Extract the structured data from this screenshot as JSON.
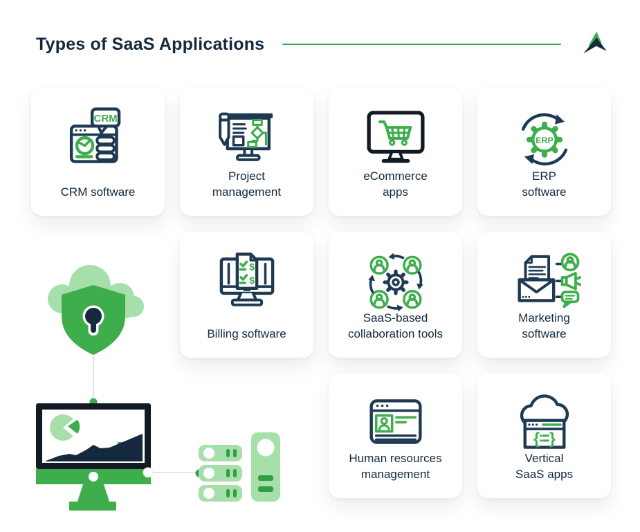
{
  "header": {
    "title": "Types of SaaS Applications",
    "logo_name": "mountain-arrow-logo",
    "divider_color": "#3DAE4B"
  },
  "colors": {
    "navy": "#1E3A52",
    "title_navy": "#14293E",
    "green": "#3DAE4B",
    "dark_green": "#2F9F44",
    "light_green": "#A6DFA9",
    "monitor_black": "#121A24",
    "card_bg": "#FFFFFF",
    "page_bg": "#FFFFFF",
    "connector_gray": "#DCDCDC"
  },
  "cards": [
    {
      "id": "crm",
      "label": "CRM software",
      "icon": "crm-software-icon"
    },
    {
      "id": "project",
      "label": "Project\nmanagement",
      "icon": "project-management-icon"
    },
    {
      "id": "ecommerce",
      "label": "eCommerce\napps",
      "icon": "ecommerce-apps-icon"
    },
    {
      "id": "erp",
      "label": "ERP\nsoftware",
      "icon": "erp-software-icon"
    },
    {
      "id": "billing",
      "label": "Billing software",
      "icon": "billing-software-icon"
    },
    {
      "id": "collab",
      "label": "SaaS-based\ncollaboration tools",
      "icon": "collaboration-tools-icon"
    },
    {
      "id": "marketing",
      "label": "Marketing\nsoftware",
      "icon": "marketing-software-icon"
    },
    {
      "id": "hr",
      "label": "Human resources\nmanagement",
      "icon": "hr-management-icon"
    },
    {
      "id": "vertical",
      "label": "Vertical\nSaaS apps",
      "icon": "vertical-saas-icon"
    }
  ],
  "icon_texts": {
    "crm_bubble": "CRM",
    "erp_gear": "ERP",
    "dollar": "$",
    "brace_open": "{",
    "brace_close": "}"
  },
  "illustration": {
    "cloud": "cloud-shape",
    "shield": "security-shield-lock-icon",
    "monitor": "analytics-monitor-illustration",
    "server": "server-rack-illustration"
  }
}
